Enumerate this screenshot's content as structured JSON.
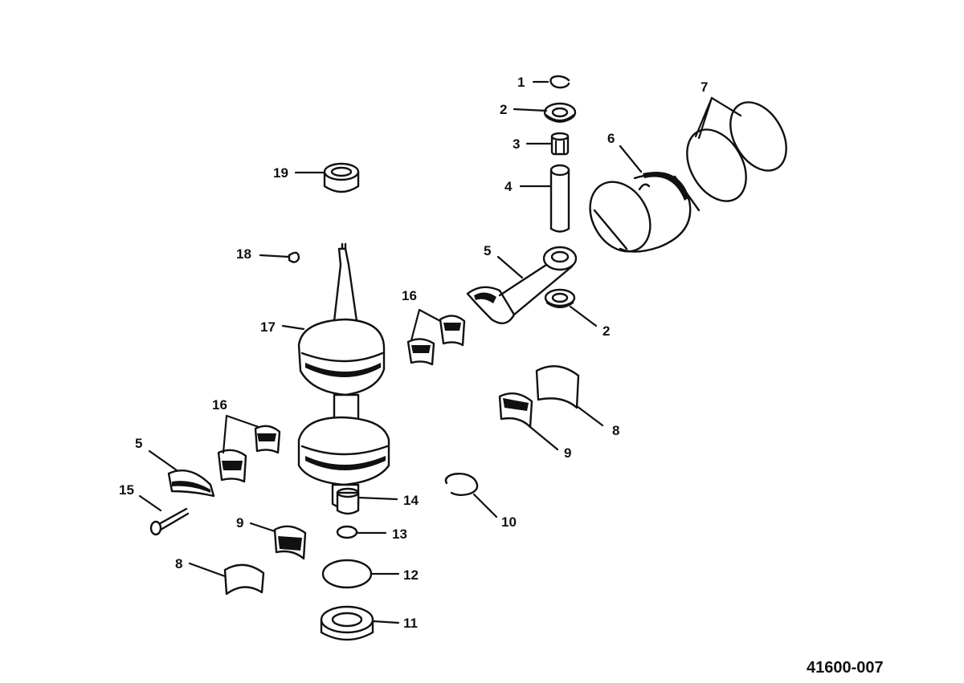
{
  "diagram": {
    "figure_id": "41600-007",
    "parts": [
      {
        "key": "p1",
        "number": "1"
      },
      {
        "key": "p2a",
        "number": "2"
      },
      {
        "key": "p3",
        "number": "3"
      },
      {
        "key": "p4",
        "number": "4"
      },
      {
        "key": "p5a",
        "number": "5"
      },
      {
        "key": "p2b",
        "number": "2"
      },
      {
        "key": "p6",
        "number": "6"
      },
      {
        "key": "p7",
        "number": "7"
      },
      {
        "key": "p19",
        "number": "19"
      },
      {
        "key": "p18",
        "number": "18"
      },
      {
        "key": "p17",
        "number": "17"
      },
      {
        "key": "p16a",
        "number": "16"
      },
      {
        "key": "p16b",
        "number": "16"
      },
      {
        "key": "p8a",
        "number": "8"
      },
      {
        "key": "p9a",
        "number": "9"
      },
      {
        "key": "p5b",
        "number": "5"
      },
      {
        "key": "p15",
        "number": "15"
      },
      {
        "key": "p14",
        "number": "14"
      },
      {
        "key": "p10",
        "number": "10"
      },
      {
        "key": "p9b",
        "number": "9"
      },
      {
        "key": "p13",
        "number": "13"
      },
      {
        "key": "p8b",
        "number": "8"
      },
      {
        "key": "p12",
        "number": "12"
      },
      {
        "key": "p11",
        "number": "11"
      }
    ]
  }
}
